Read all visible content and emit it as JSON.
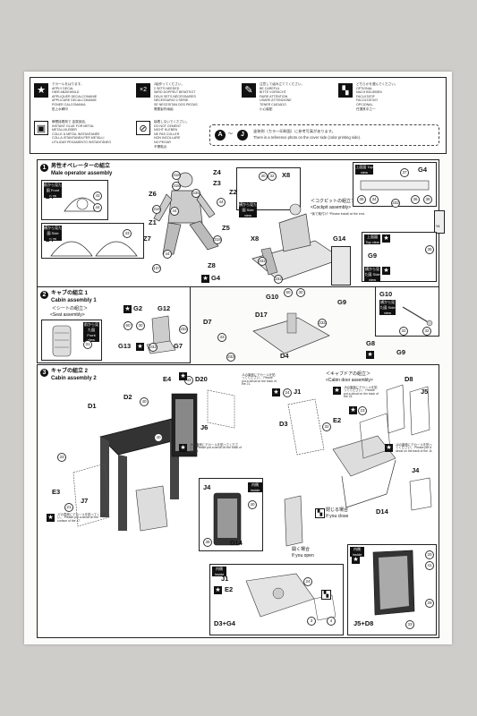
{
  "legend": {
    "decal": {
      "jp": "デカールをはります。",
      "lines": [
        "APPLY DECAL",
        "HIER ABZIEHBILD",
        "APPLIQUER DECALCOMANIE",
        "APPLICARE DECALCOMANIE",
        "PONER CALCOMANIA",
        "貼上水轉印"
      ]
    },
    "sets": {
      "count": "×2",
      "jp": "2組作ってください。",
      "lines": [
        "2 SETS NEEDED",
        "WIRD DOPPELT BENÖTIGT",
        "DEUX SETS NÉCESSAIRES",
        "NECESSARIO 2 SERIE",
        "SE NECESITAN DOS PIEZAS",
        "需要製作兩組"
      ]
    },
    "careful": {
      "jp": "注意して組み立ててください。",
      "lines": [
        "BE CAREFUL",
        "BITTE VORSICHT",
        "FAIRE ATTENTION",
        "USARE ATTENZIONE",
        "TENER CUIDADO",
        "小心裝配"
      ]
    },
    "optional": {
      "jp": "どちらかを選んでください。",
      "lines": [
        "OPTIONAL",
        "NACH BELIEBEN",
        "FACULTATIF",
        "FACOLTATIVO",
        "OPCIONAL",
        "任選其中之一"
      ]
    },
    "metal_glue": {
      "jp": "瞬間接着剤で 金属部品、",
      "lines": [
        "INSTANT GLUE FOR METAL",
        "METALLKLEBER",
        "COLLE À MÉTAL INSTANTANÉE",
        "COLLA ISTANTANEA PER METALLI",
        "UTILIZAR PEGAMENTO INSTANTÁNEO"
      ]
    },
    "no_cement": {
      "jp": "接着しないでください。",
      "lines": [
        "DO NOT CEMENT",
        "NICHT KLEBEN",
        "NE PAS COLLER",
        "NON INCOLLARE",
        "NO PEGAR",
        "不需黏合"
      ]
    },
    "ref_range": {
      "from": "A",
      "to": "J",
      "jp": "塗装例（カラー印刷面）に参考写真があります。",
      "en": "There is a reference photo on the cover side (color printing side)."
    }
  },
  "step1": {
    "num": "1",
    "jp": "男性オペレーターの組立",
    "en": "Male operator assembly",
    "parts": [
      "Z4",
      "Z3",
      "Z2",
      "Z6",
      "Z1",
      "Z5",
      "Z7",
      "Z8",
      "Z4",
      "Z4"
    ],
    "nums": [
      "318",
      "318",
      "335",
      "318",
      "318",
      "44",
      "44",
      "44",
      "137",
      "43",
      "44",
      "43"
    ],
    "front_view": "前から見た図 Front view",
    "side_view": "横から見た図 Side view",
    "top_view": "上面図 Top view",
    "cockpit_jp": "＜コクピットの組立＞",
    "cockpit_en": "<Cockpit assembly>",
    "install_later": "*後で取付け *Please install at the end.",
    "labels": [
      "X8",
      "X8",
      "G4",
      "G8",
      "G9",
      "G14",
      "G10",
      "G9",
      "D17",
      "D7",
      "D4",
      "G4",
      "Y4"
    ],
    "callouts": [
      "32",
      "30",
      "332",
      "35",
      "34",
      "36",
      "38",
      "37",
      "332",
      "332",
      "332",
      "32",
      "32",
      "332",
      "35",
      "60",
      "30",
      "33",
      "332",
      "332",
      "32",
      "32"
    ]
  },
  "step2": {
    "num": "2",
    "jp": "キャブの組立 1",
    "en": "Cabin assembly 1",
    "seat_jp": "＜シートの組立＞",
    "seat_en": "<Seat assembly>",
    "front_view": "前から見た図 Front view",
    "labels": [
      "G2",
      "G12",
      "G13",
      "G7"
    ],
    "callouts": [
      "60",
      "30",
      "332",
      "332",
      "32",
      "31"
    ]
  },
  "step3": {
    "num": "3",
    "jp": "キャブの組立 2",
    "en": "Cabin assembly 2",
    "door_jp": "＜キャブドアの組立＞",
    "door_en": "<Cabin door assembly>",
    "labels": [
      "E4",
      "D20",
      "D1",
      "D2",
      "J6",
      "E3",
      "J7",
      "J1",
      "D3",
      "E2",
      "D8",
      "J5",
      "J4",
      "D14",
      "J4",
      "D14",
      "J1",
      "E2"
    ],
    "callouts": [
      "33",
      "40",
      "33",
      "40",
      "23",
      "24",
      "32",
      "21",
      "40",
      "23",
      "20",
      "39",
      "29",
      "33",
      "41",
      "24",
      "3",
      "4"
    ],
    "decal_notes": [
      "J1の裏側にデカールを貼ってください。 Please put a decal on the back of the J1.",
      "J6の裏側にデカールを貼ってください。 Please put a decal on the back of the J6.",
      "J7の表側にデカールを貼ってください。 Please put a decal on the surface of the J7.",
      "J4の裏側にデカールを貼ってください。 Please put a decal on the back of the J4.",
      "J5の裏側にデカールを貼ってください。 Please put a decal on the back of the J5."
    ],
    "close_jp": "閉じる場合",
    "close_en": "If you close",
    "open_jp": "開く場合",
    "open_en": "If you open",
    "inside": "内側 Inside",
    "final1": "D3+G4",
    "final2": "J5+D8"
  }
}
